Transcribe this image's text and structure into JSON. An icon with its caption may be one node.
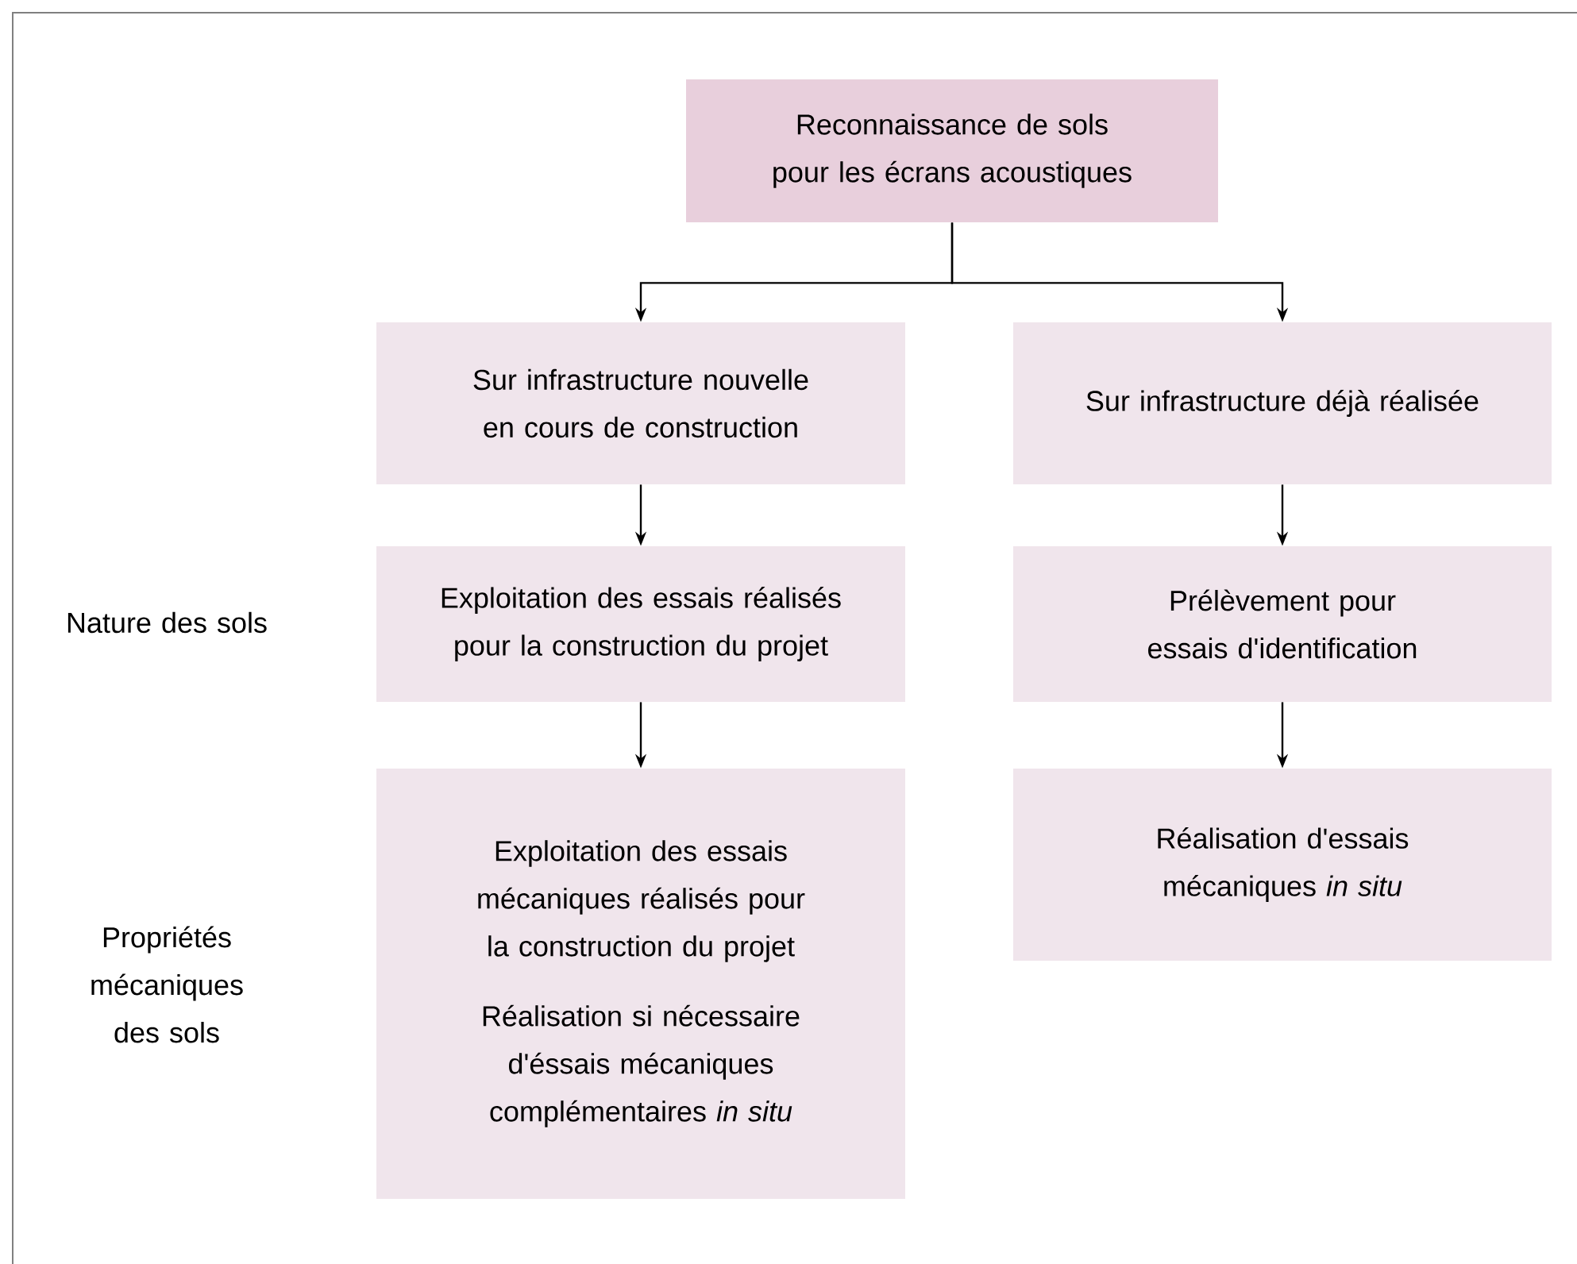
{
  "diagram": {
    "nodes": [
      {
        "text": [
          "Reconnaissance de sols pour les écrans acoustiques"
        ]
      },
      {
        "text": [
          "Sur infrastructure nouvelle en cours de construction"
        ]
      },
      {
        "text": [
          "Sur infrastructure déjà réalisée"
        ]
      },
      {
        "text": [
          "Exploitation des essais réalisés pour la construction du projet"
        ]
      },
      {
        "text": [
          "Prélèvement pour essais d'identification"
        ]
      },
      {
        "text": [
          "Exploitation des essais mécaniques réalisés pour la construction du projet",
          "Réalisation si nécessaire d'éssais mécaniques complémentaires *in situ*"
        ]
      },
      {
        "text": [
          "Réalisation d'essais mécaniques *in situ*"
        ]
      }
    ],
    "edges": [
      {
        "from": 0,
        "to": 1,
        "arrow": "to"
      },
      {
        "from": 0,
        "to": 2,
        "arrow": "to"
      },
      {
        "from": 1,
        "to": 3,
        "arrow": "to"
      },
      {
        "from": 3,
        "to": 5,
        "arrow": "to"
      },
      {
        "from": 2,
        "to": 4,
        "arrow": "to"
      },
      {
        "from": 4,
        "to": 6,
        "arrow": "to"
      }
    ],
    "labels": [
      "Nature des sols",
      "Propriétés mécaniques des sols"
    ]
  }
}
